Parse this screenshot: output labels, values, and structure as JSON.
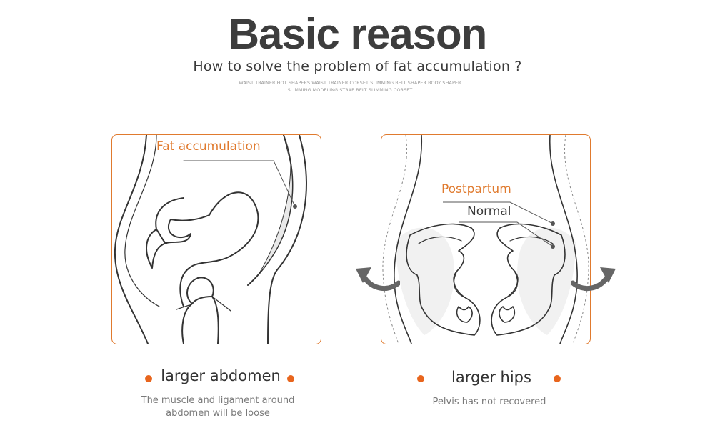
{
  "header": {
    "title": "Basic reason",
    "subtitle": "How to solve the problem of fat accumulation ?",
    "tagline_1": "WAIST TRAINER HOT SHAPERS WAIST TRAINER CORSET SLIMMING BELT SHAPER BODY SHAPER",
    "tagline_2": "SLIMMING MODELING STRAP BELT SLIMMING CORSET"
  },
  "left": {
    "annotation": "Fat accumulation",
    "caption": "larger abdomen",
    "desc_line_1": "The muscle and ligament around",
    "desc_line_2": "abdomen will be loose"
  },
  "right": {
    "annotation_1": "Postpartum",
    "annotation_2": "Normal",
    "caption": "larger hips",
    "desc": "Pelvis has not recovered"
  },
  "colors": {
    "accent": "#e07a2e",
    "bullet": "#e8651d",
    "text": "#3a3a3a",
    "arrow": "#666666"
  }
}
